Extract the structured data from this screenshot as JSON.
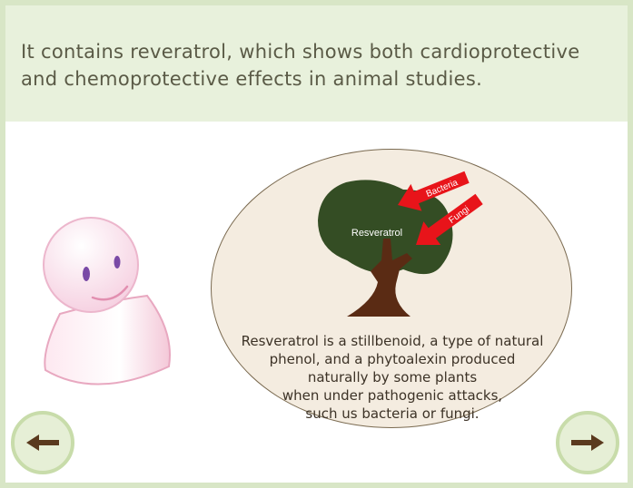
{
  "header": {
    "line1": "It contains reveratrol, which shows both cardioprotective",
    "line2": "and chemoprotective effects in animal studies."
  },
  "diagram": {
    "center_label": "Resveratrol",
    "arrow1_label": "Bacteria",
    "arrow2_label": "Fungi",
    "colors": {
      "foliage": "#344d24",
      "trunk": "#5a2b14",
      "arrow": "#e8141a"
    }
  },
  "info": {
    "lines": [
      "Resveratrol is a stillbenoid, a type of natural",
      "phenol, and a phytoalexin produced",
      "naturally by some plants",
      "when under pathogenic attacks,",
      "such us bacteria or fungi."
    ]
  },
  "nav": {
    "prev_icon": "arrow-left-icon",
    "next_icon": "arrow-right-icon"
  },
  "colors": {
    "header_bg": "#e8f1dc",
    "page_border": "#d8e6c6",
    "nav_button": "#c8dcaa",
    "ellipse_bg": "#f4ece0"
  }
}
